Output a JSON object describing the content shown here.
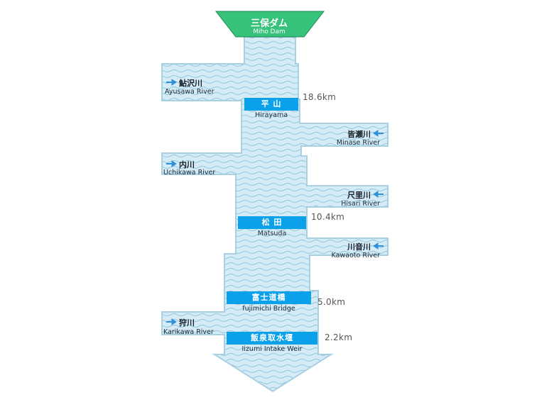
{
  "dam": {
    "name_jp": "三保ダム",
    "name_en": "Miho Dam"
  },
  "stations": [
    {
      "name_jp": "平 山",
      "name_en": "Hirayama",
      "distance": "18.6km"
    },
    {
      "name_jp": "松 田",
      "name_en": "Matsuda",
      "distance": "10.4km"
    },
    {
      "name_jp": "富士道橋",
      "name_en": "fujimichi Bridge",
      "distance": "5.0km"
    },
    {
      "name_jp": "飯泉取水堰",
      "name_en": "Iizumi Intake Weir",
      "distance": "2.2km"
    }
  ],
  "tributaries": [
    {
      "name_jp": "鮎沢川",
      "name_en": "Ayusawa River",
      "side": "left"
    },
    {
      "name_jp": "皆瀬川",
      "name_en": "Minase River",
      "side": "right"
    },
    {
      "name_jp": "内川",
      "name_en": "Uchikawa River",
      "side": "left"
    },
    {
      "name_jp": "尺里川",
      "name_en": "Hisari River",
      "side": "right"
    },
    {
      "name_jp": "川音川",
      "name_en": "Kawaoto River",
      "side": "right"
    },
    {
      "name_jp": "狩川",
      "name_en": "Karikawa River",
      "side": "left"
    }
  ],
  "colors": {
    "dam_fill": "#36c27a",
    "dam_stroke": "#1f8a52",
    "river_fill": "#d5ecf7",
    "river_edge": "#a8cfe2",
    "wave": "#8fc6de",
    "station_box": "#0aa0ea",
    "arrow": "#2f8fd8"
  }
}
